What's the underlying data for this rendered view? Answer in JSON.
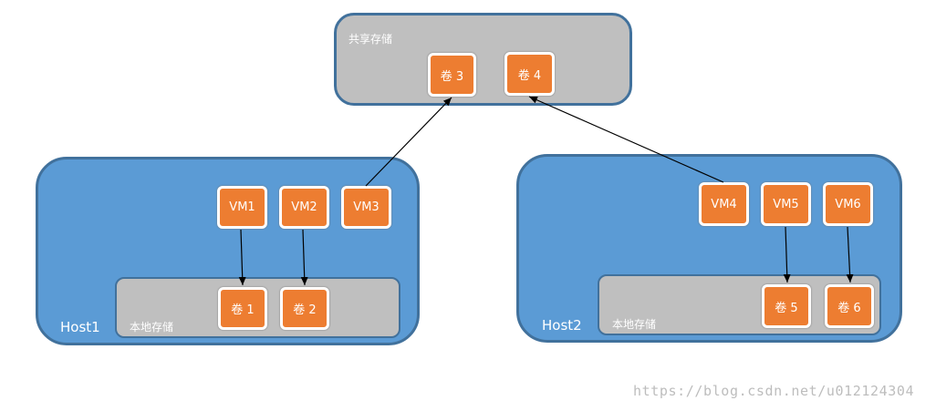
{
  "shared_storage": {
    "label": "共享存储",
    "volumes": [
      "卷 3",
      "卷 4"
    ]
  },
  "hosts": [
    {
      "label": "Host1",
      "vms": [
        "VM1",
        "VM2",
        "VM3"
      ],
      "local_storage": {
        "label": "本地存储",
        "volumes": [
          "卷 1",
          "卷 2"
        ]
      }
    },
    {
      "label": "Host2",
      "vms": [
        "VM4",
        "VM5",
        "VM6"
      ],
      "local_storage": {
        "label": "本地存储",
        "volumes": [
          "卷 5",
          "卷 6"
        ]
      }
    }
  ],
  "edges": [
    {
      "from": "VM1",
      "to": "卷 1"
    },
    {
      "from": "VM2",
      "to": "卷 2"
    },
    {
      "from": "VM3",
      "to": "卷 3"
    },
    {
      "from": "VM4",
      "to": "卷 4"
    },
    {
      "from": "VM5",
      "to": "卷 5"
    },
    {
      "from": "VM6",
      "to": "卷 6"
    }
  ],
  "colors": {
    "host_fill": "#5b9bd5",
    "host_border": "#41719c",
    "storage_fill": "#bfbfbf",
    "node_fill": "#ed7d31",
    "arrow": "#000000"
  },
  "watermark": "https://blog.csdn.net/u012124304"
}
